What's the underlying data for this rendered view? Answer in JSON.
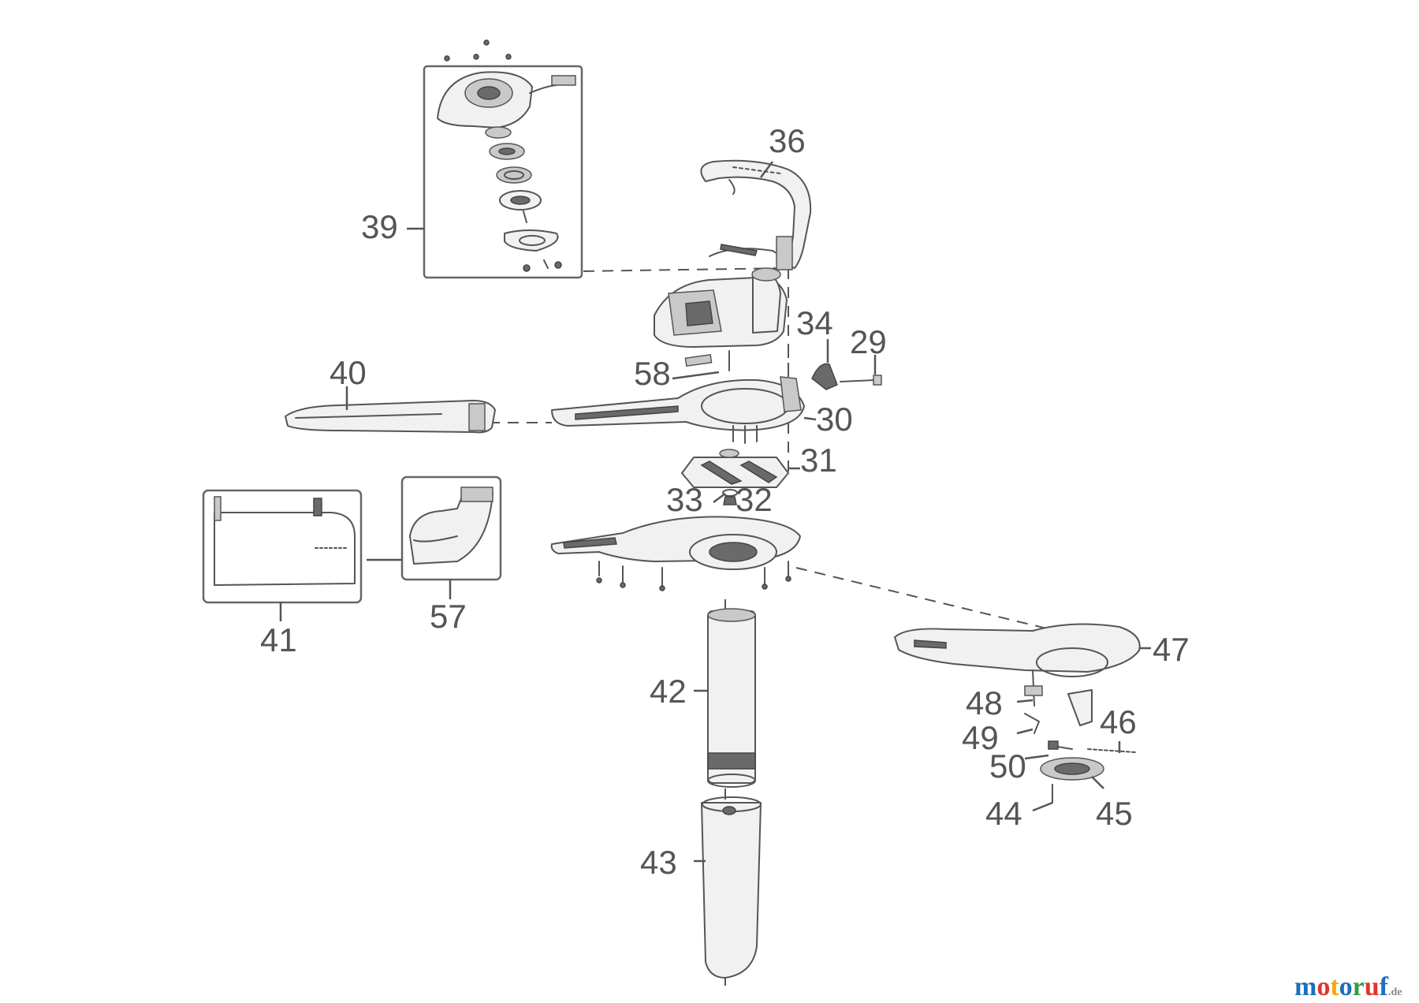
{
  "diagram": {
    "callouts": [
      "36",
      "39",
      "34",
      "29",
      "40",
      "58",
      "30",
      "31",
      "33",
      "32",
      "41",
      "57",
      "42",
      "47",
      "48",
      "49",
      "46",
      "50",
      "44",
      "45",
      "43"
    ]
  },
  "watermark": {
    "text": "motoruf",
    "suffix": ".de",
    "colors": [
      "#1d6fb8",
      "#e2332b",
      "#f2a900",
      "#1d6fb8",
      "#2e9e44",
      "#e2332b",
      "#1d6fb8"
    ]
  }
}
